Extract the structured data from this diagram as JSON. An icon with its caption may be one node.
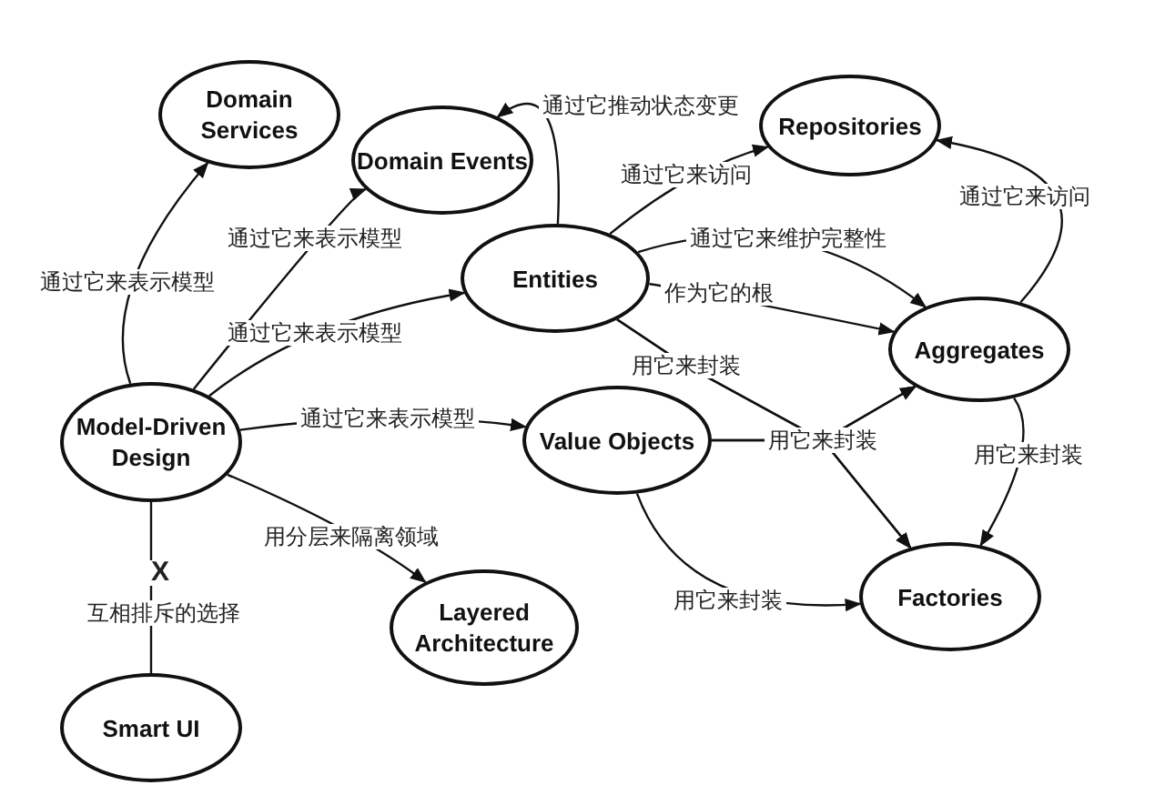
{
  "diagram": {
    "nodes": [
      {
        "text": [
          "Domain Services"
        ]
      },
      {
        "text": [
          "Domain Events"
        ]
      },
      {
        "text": [
          "Repositories"
        ]
      },
      {
        "text": [
          "Entities"
        ]
      },
      {
        "text": [
          "Aggregates"
        ]
      },
      {
        "text": [
          "Model-Driven Design"
        ]
      },
      {
        "text": [
          "Value Objects"
        ]
      },
      {
        "text": [
          "Layered Architecture"
        ]
      },
      {
        "text": [
          "Factories"
        ]
      },
      {
        "text": [
          "Smart UI"
        ]
      }
    ],
    "edges": [
      {
        "from": 5,
        "to": 0,
        "arrow": "to",
        "label": "通过它来表示模型"
      },
      {
        "from": 5,
        "to": 1,
        "arrow": "to",
        "label": "通过它来表示模型"
      },
      {
        "from": 5,
        "to": 3,
        "arrow": "to",
        "label": "通过它来表示模型"
      },
      {
        "from": 5,
        "to": 6,
        "arrow": "to",
        "label": "通过它来表示模型"
      },
      {
        "from": 5,
        "to": 7,
        "arrow": "to",
        "label": "用分层来隔离领域"
      },
      {
        "from": 5,
        "to": 9,
        "arrow": "none",
        "label": "互相排斥的选择"
      },
      {
        "from": 3,
        "to": 1,
        "arrow": "to",
        "label": "通过它推动状态变更"
      },
      {
        "from": 3,
        "to": 2,
        "arrow": "to",
        "label": "通过它来访问"
      },
      {
        "from": 3,
        "to": 4,
        "arrow": "to",
        "label": "通过它来维护完整性"
      },
      {
        "from": 3,
        "to": 4,
        "arrow": "to",
        "label": "作为它的根"
      },
      {
        "from": 3,
        "to": 4,
        "arrow": "to",
        "label": "用它来封装"
      },
      {
        "from": 3,
        "to": 8,
        "arrow": "to"
      },
      {
        "from": 6,
        "to": 4,
        "arrow": "to",
        "label": "用它来封装"
      },
      {
        "from": 6,
        "to": 8,
        "arrow": "to"
      },
      {
        "from": 4,
        "to": 2,
        "arrow": "to",
        "label": "通过它来访问"
      },
      {
        "from": 4,
        "to": 8,
        "arrow": "to",
        "label": "用它来封装"
      },
      {
        "from": 6,
        "to": 8,
        "arrow": "to",
        "label": "用它来封装"
      }
    ],
    "labels": [
      "X"
    ]
  }
}
